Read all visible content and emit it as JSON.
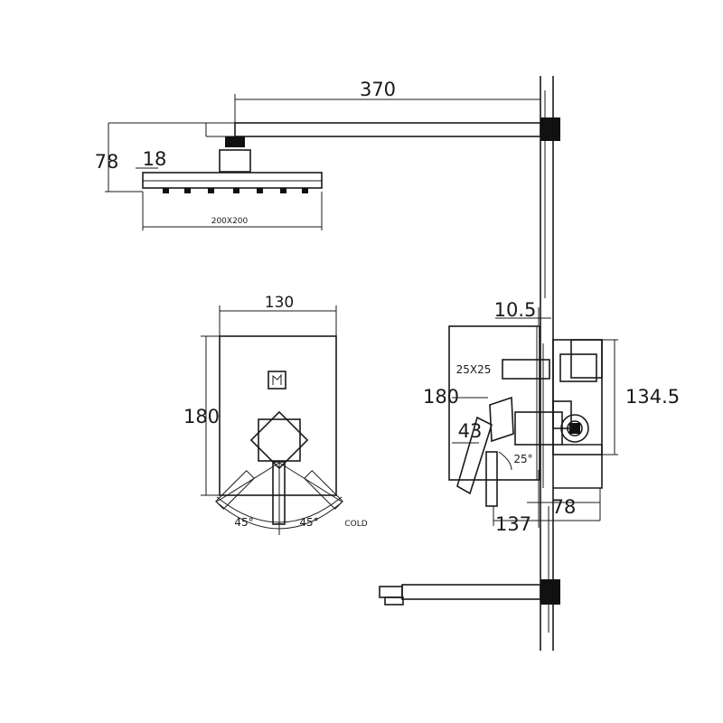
{
  "dimensions": {
    "shower_arm_length": "370",
    "head_height": "78",
    "head_thickness": "18",
    "head_size": "200X200",
    "plate_width": "130",
    "plate_height": "180",
    "angle_left": "45°",
    "angle_right": "45°",
    "cold_label": "COLD",
    "side_offset": "10.5",
    "square_size": "25X25",
    "side_height": "180",
    "handle_height": "43",
    "side_depth": "134.5",
    "handle_angle": "25°",
    "depth_short": "78",
    "depth_long": "137"
  }
}
